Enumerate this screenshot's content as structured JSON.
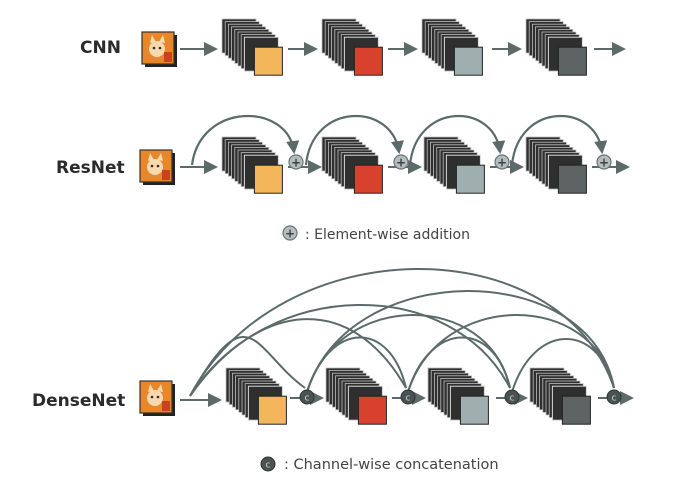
{
  "rows": {
    "cnn": {
      "label": "CNN"
    },
    "resnet": {
      "label": "ResNet"
    },
    "densenet": {
      "label": "DenseNet"
    }
  },
  "legend": {
    "addition_symbol": "+",
    "addition": ": Element-wise addition",
    "concat_symbol": "c",
    "concat": ": Channel-wise concatenation"
  },
  "colors": {
    "block1": "#f4b65b",
    "block2": "#d8412d",
    "block3": "#9fafaf",
    "block4": "#5e6464",
    "arrow": "#5c6a6a",
    "layer_fill": "#2f2f2f",
    "image_bg": "#e8862a"
  },
  "icons": {
    "input_image": "fox-photo-icon",
    "addition_node": "circle-plus-icon",
    "concat_node": "circle-c-icon"
  }
}
